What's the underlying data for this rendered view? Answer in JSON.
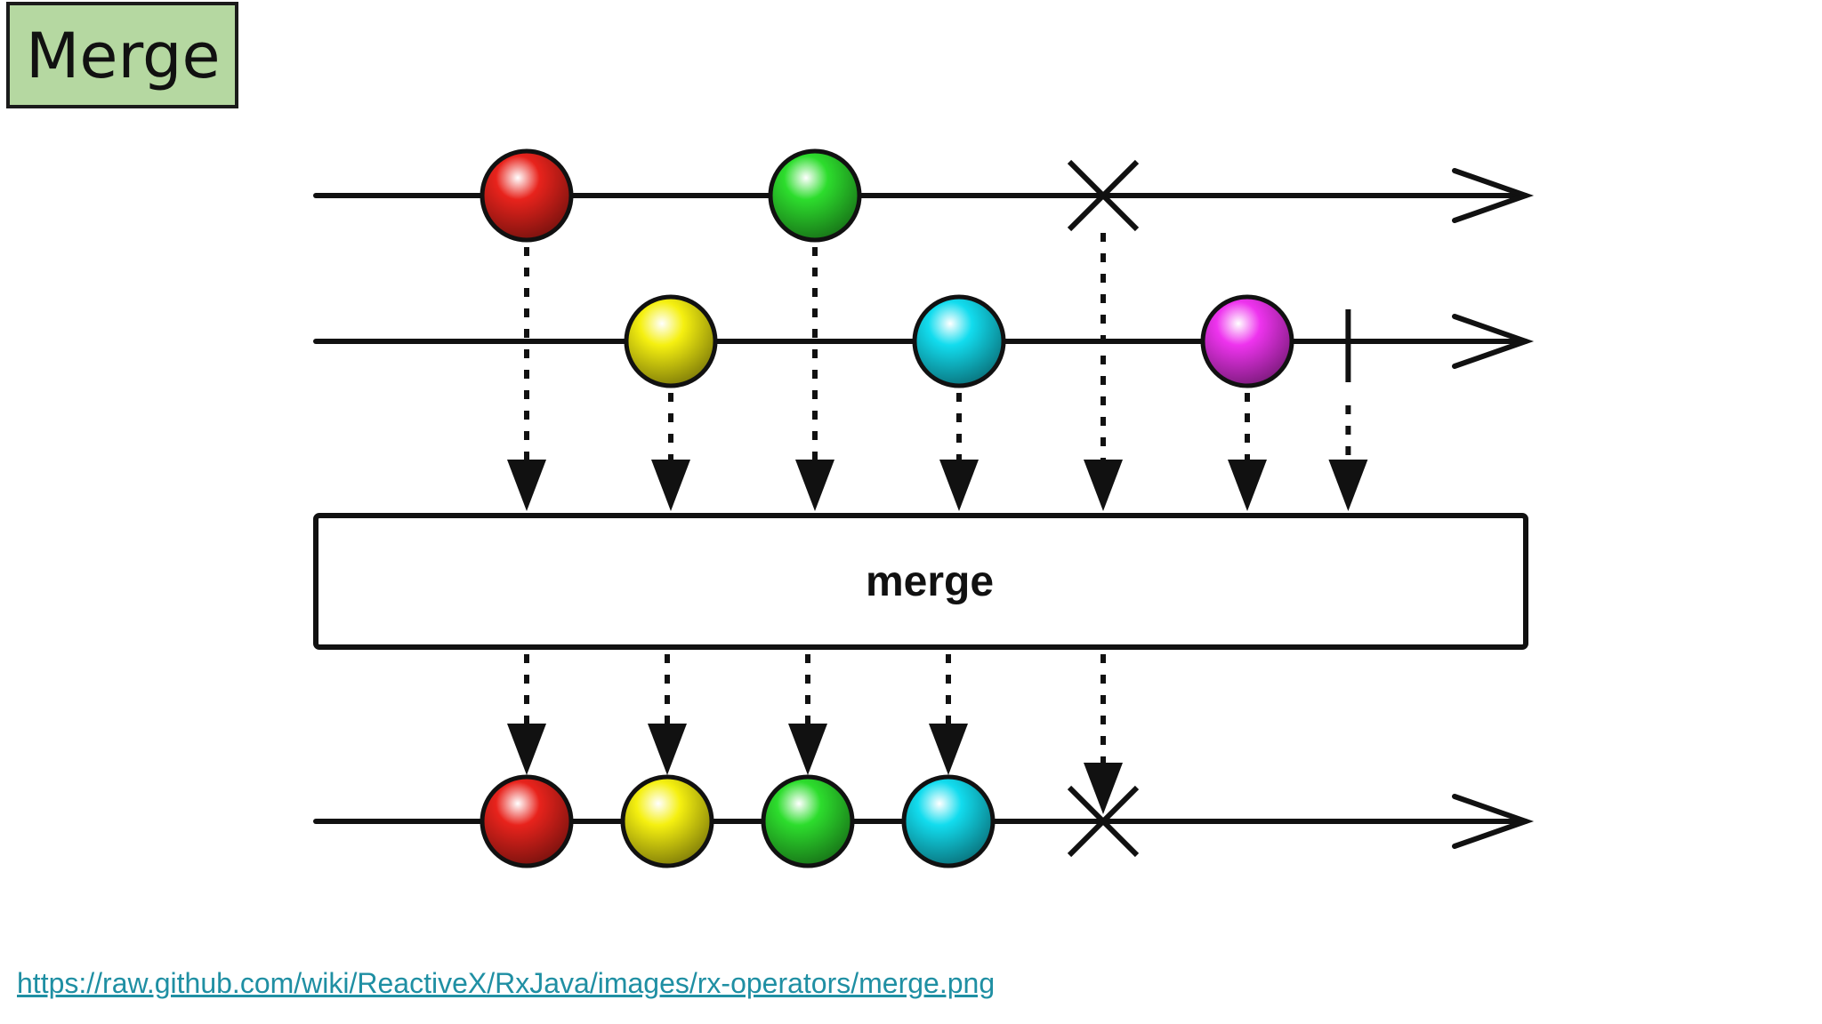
{
  "slide": {
    "title": "Merge",
    "source_link": "https://raw.github.com/wiki/ReactiveX/RxJava/images/rx-operators/merge.png"
  },
  "diagram": {
    "operator_label": "merge",
    "colors": {
      "red": "#e8231c",
      "green": "#2ddd2d",
      "yellow": "#f5f010",
      "cyan": "#12dcee",
      "magenta": "#ee33ee",
      "stroke": "#111111",
      "box_fill": "#ffffff"
    },
    "input_streams": [
      {
        "id": "stream-1",
        "items": [
          {
            "color": "red",
            "t": 1
          },
          {
            "color": "green",
            "t": 3
          }
        ],
        "termination": {
          "kind": "error",
          "t": 5
        }
      },
      {
        "id": "stream-2",
        "items": [
          {
            "color": "yellow",
            "t": 2
          },
          {
            "color": "cyan",
            "t": 4
          },
          {
            "color": "magenta",
            "t": 6
          }
        ],
        "termination": {
          "kind": "complete",
          "t": 6.7
        }
      }
    ],
    "output_stream": {
      "items": [
        {
          "color": "red",
          "t": 1
        },
        {
          "color": "yellow",
          "t": 2
        },
        {
          "color": "green",
          "t": 3
        },
        {
          "color": "cyan",
          "t": 4
        }
      ],
      "termination": {
        "kind": "error",
        "t": 5
      }
    }
  }
}
